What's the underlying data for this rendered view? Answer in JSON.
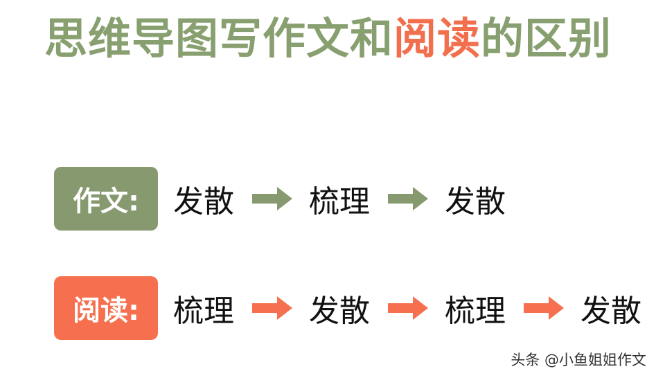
{
  "title": {
    "part1": "思维导图写作文和",
    "highlight": "阅读",
    "part2": "的区别",
    "color_main": "#88a070",
    "color_highlight": "#f26f4e"
  },
  "rows": [
    {
      "label": "作文:",
      "color": "#87996f",
      "steps": [
        "发散",
        "梳理",
        "发散"
      ]
    },
    {
      "label": "阅读:",
      "color": "#f6704f",
      "steps": [
        "梳理",
        "发散",
        "梳理",
        "发散"
      ]
    }
  ],
  "watermark": "头条 @小鱼姐姐作文"
}
